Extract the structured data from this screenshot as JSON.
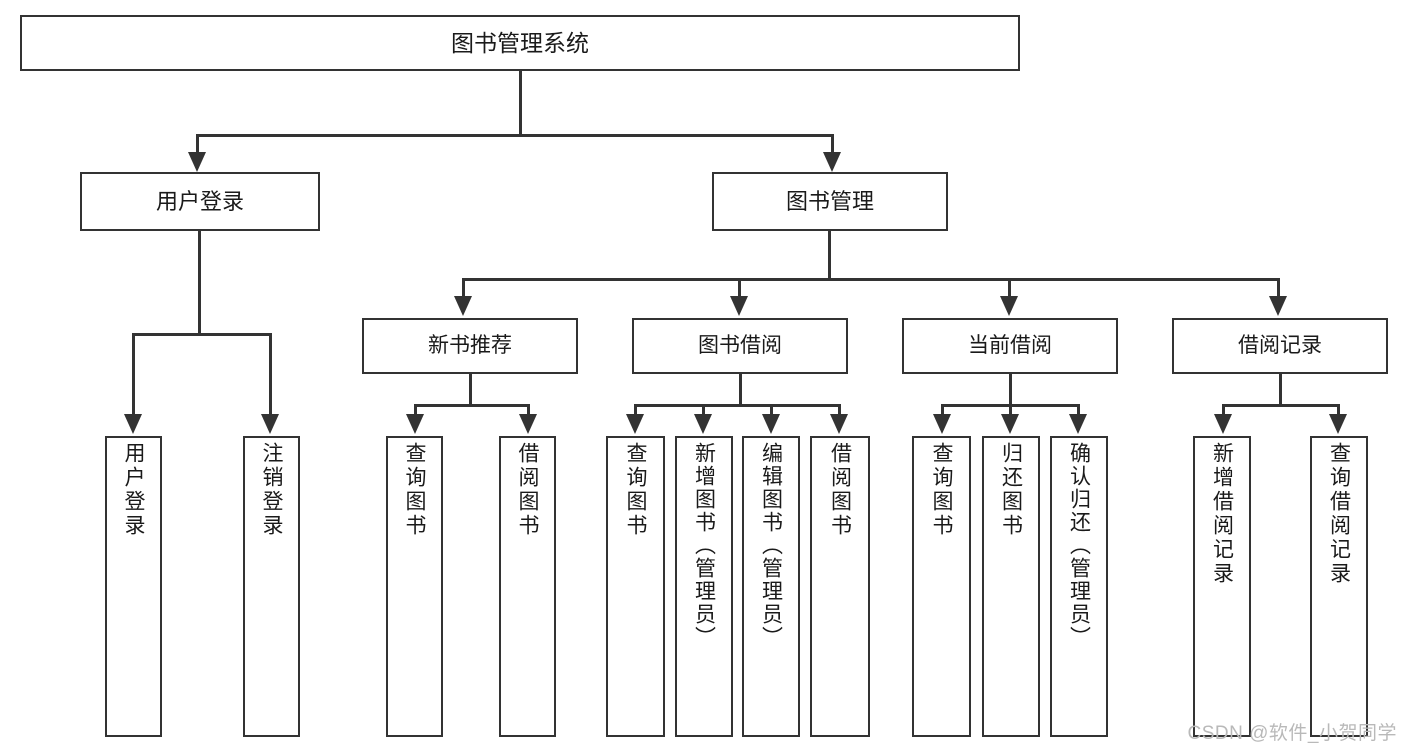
{
  "diagram": {
    "type": "tree",
    "title": "图书管理系统",
    "watermark": "CSDN @软件_小贺同学",
    "root": {
      "label": "图书管理系统"
    },
    "level1": [
      {
        "id": "user-login",
        "label": "用户登录"
      },
      {
        "id": "book-manage",
        "label": "图书管理"
      }
    ],
    "level2": [
      {
        "id": "new-book-recommend",
        "label": "新书推荐"
      },
      {
        "id": "book-borrow",
        "label": "图书借阅"
      },
      {
        "id": "current-borrow",
        "label": "当前借阅"
      },
      {
        "id": "borrow-record",
        "label": "借阅记录"
      }
    ],
    "leaves": [
      {
        "id": "leaf-user-login",
        "parent": "user-login",
        "label": "用户登录"
      },
      {
        "id": "leaf-logout",
        "parent": "user-login",
        "label": "注销登录"
      },
      {
        "id": "leaf-query-book-1",
        "parent": "new-book-recommend",
        "label": "查询图书"
      },
      {
        "id": "leaf-borrow-book-1",
        "parent": "new-book-recommend",
        "label": "借阅图书"
      },
      {
        "id": "leaf-query-book-2",
        "parent": "book-borrow",
        "label": "查询图书"
      },
      {
        "id": "leaf-add-book",
        "parent": "book-borrow",
        "label": "新增图书（管理员）"
      },
      {
        "id": "leaf-edit-book",
        "parent": "book-borrow",
        "label": "编辑图书（管理员）"
      },
      {
        "id": "leaf-borrow-book-2",
        "parent": "book-borrow",
        "label": "借阅图书"
      },
      {
        "id": "leaf-query-book-3",
        "parent": "current-borrow",
        "label": "查询图书"
      },
      {
        "id": "leaf-return-book",
        "parent": "current-borrow",
        "label": "归还图书"
      },
      {
        "id": "leaf-confirm-return",
        "parent": "current-borrow",
        "label": "确认归还（管理员）"
      },
      {
        "id": "leaf-add-record",
        "parent": "borrow-record",
        "label": "新增借阅记录"
      },
      {
        "id": "leaf-query-record",
        "parent": "borrow-record",
        "label": "查询借阅记录"
      }
    ],
    "colors": {
      "stroke": "#333333",
      "fill": "#ffffff",
      "text": "#1a1a1a",
      "watermark": "#b9b9b9"
    }
  }
}
